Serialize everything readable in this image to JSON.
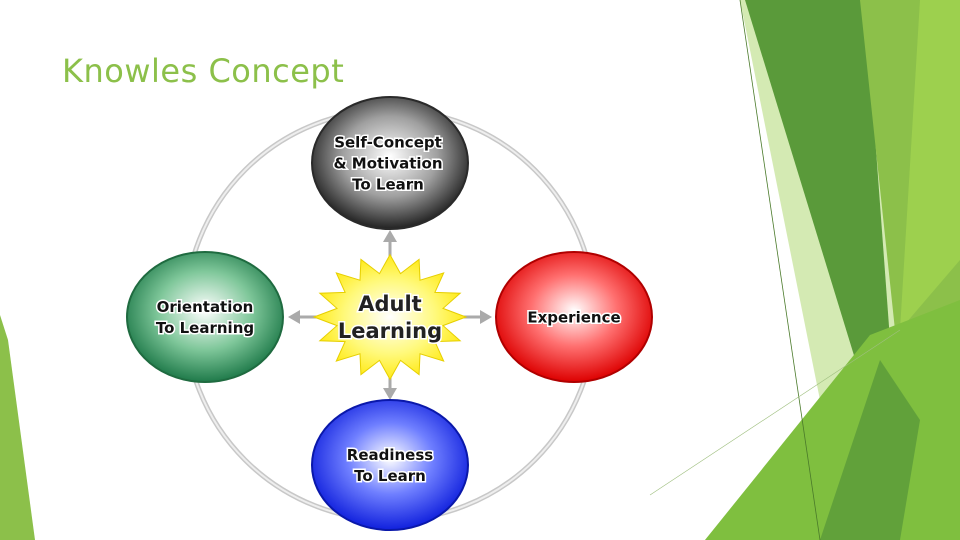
{
  "slide": {
    "title": "Knowles Concept"
  },
  "diagram": {
    "center": {
      "lines": [
        "Adult",
        "Learning"
      ]
    },
    "nodes": [
      {
        "id": "top",
        "lines": [
          "Self-Concept",
          "& Motivation",
          "To Learn"
        ]
      },
      {
        "id": "left",
        "lines": [
          "Orientation",
          "To Learning"
        ]
      },
      {
        "id": "right",
        "lines": [
          "Experience"
        ]
      },
      {
        "id": "bottom",
        "lines": [
          "Readiness",
          "To Learn"
        ]
      }
    ]
  },
  "colors": {
    "title": "#8cc04a",
    "accent_green_dark": "#5a9a3a",
    "accent_green": "#7fbf3f",
    "accent_green_light": "#c6e39a",
    "ring": "#cccccc",
    "arrow": "#aaaaaa",
    "node_top": "#3a3a3a",
    "node_left": "#2e8b57",
    "node_right": "#e02020",
    "node_bottom": "#2233dd",
    "center_star": "#ffee00"
  }
}
